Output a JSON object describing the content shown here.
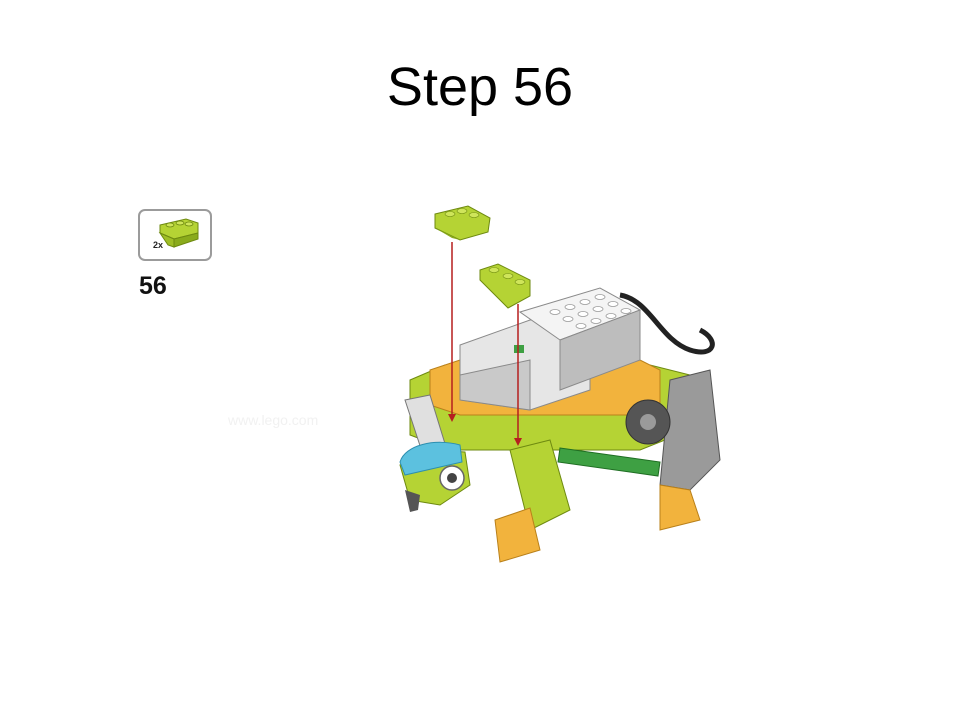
{
  "slide": {
    "title": "Step 56",
    "step_number": "56"
  },
  "parts_callout": {
    "quantity": "2x",
    "part_icon": "lime-inverted-slope-brick-icon"
  },
  "illustration": {
    "icon": "lego-turtle-model-icon",
    "colors": {
      "lime": "#b5d334",
      "yellow_orange": "#f2b33d",
      "white": "#f4f4f4",
      "grey": "#9a9a9a",
      "dark_grey": "#555555",
      "azure": "#5cc1df",
      "green": "#3ea043",
      "arrow_red": "#b51f1f"
    }
  }
}
